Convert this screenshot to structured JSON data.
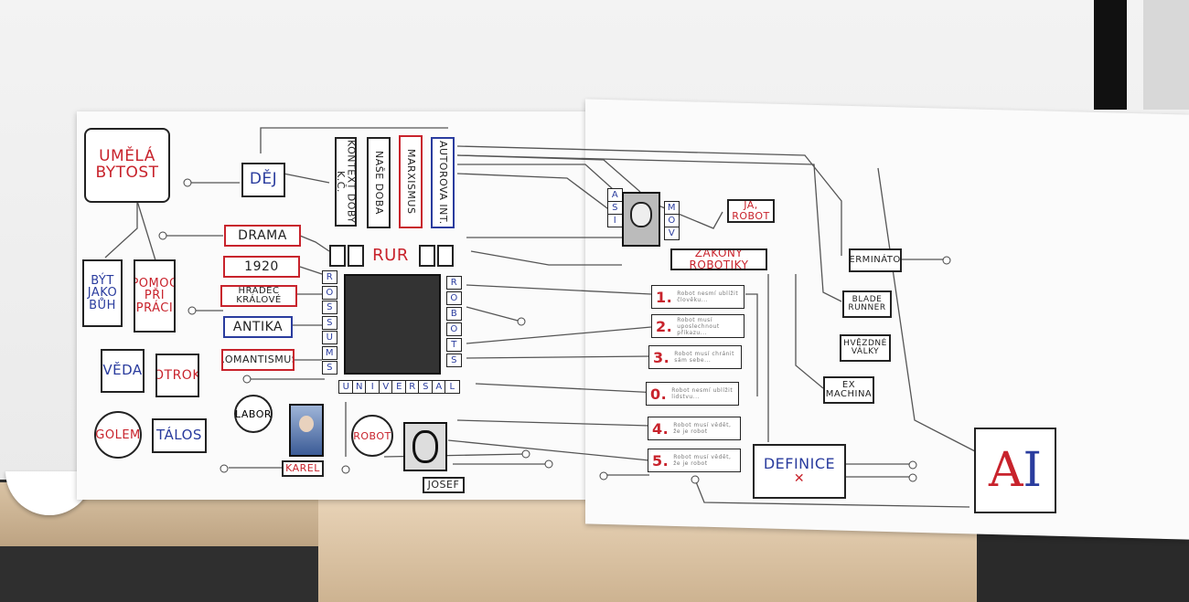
{
  "left_board": {
    "umela_bytost": "UMĚLÁ BYTOST",
    "dej": "DĚJ",
    "kontext": "KONTEXT DOBY K.Č.",
    "nase_doba": "NAŠE DOBA",
    "marxismus": "MARXISMUS",
    "autorova": "AUTOROVA INT.",
    "rur": "RUR",
    "drama": "DRAMA",
    "year": "1920",
    "hradec": "HRADEC KRÁLOVÉ",
    "antika": "ANTIKA",
    "romantismus": "ROMANTISMUS",
    "byt_jako_buh": "BÝT JAKO BŮH",
    "pomoc": "POMOC PŘI PRÁCI",
    "veda": "VĚDA",
    "otrok": "OTROK",
    "golem": "GOLEM",
    "talos": "TÁLOS",
    "labor": "LABOR",
    "robot": "ROBOT",
    "karel": "KAREL",
    "josef": "JOSEF",
    "rossums": [
      "R",
      "O",
      "S",
      "S",
      "U",
      "M",
      "S"
    ],
    "robots": [
      "R",
      "O",
      "B",
      "O",
      "T",
      "S"
    ],
    "universal": [
      "U",
      "N",
      "I",
      "V",
      "E",
      "R",
      "S",
      "A",
      "L"
    ]
  },
  "right_board": {
    "asi": [
      "A",
      "S",
      "I"
    ],
    "mov": [
      "M",
      "O",
      "V"
    ],
    "ja_robot": "JÁ, ROBOT",
    "zakony": "ZÁKONY ROBOTIKY",
    "laws": [
      {
        "num": "1.",
        "text": "Robot nesmí ublížit člověku..."
      },
      {
        "num": "2.",
        "text": "Robot musí uposlechnout příkazu..."
      },
      {
        "num": "3.",
        "text": "Robot musí chránit sám sebe..."
      },
      {
        "num": "0.",
        "text": "Robot nesmí ublížit lidstvu..."
      },
      {
        "num": "4.",
        "text": "Robot musí vědět, že je robot"
      },
      {
        "num": "5.",
        "text": "Robot musí vědět, že je robot"
      }
    ],
    "terminator": "TERMINÁTOR",
    "blade_runner": "BLADE RUNNER",
    "hvezdne_valky": "HVĚZDNÉ VÁLKY",
    "ex_machina": "EX MACHINA",
    "definice": "DEFINICE",
    "ai_a": "A",
    "ai_i": "I"
  }
}
